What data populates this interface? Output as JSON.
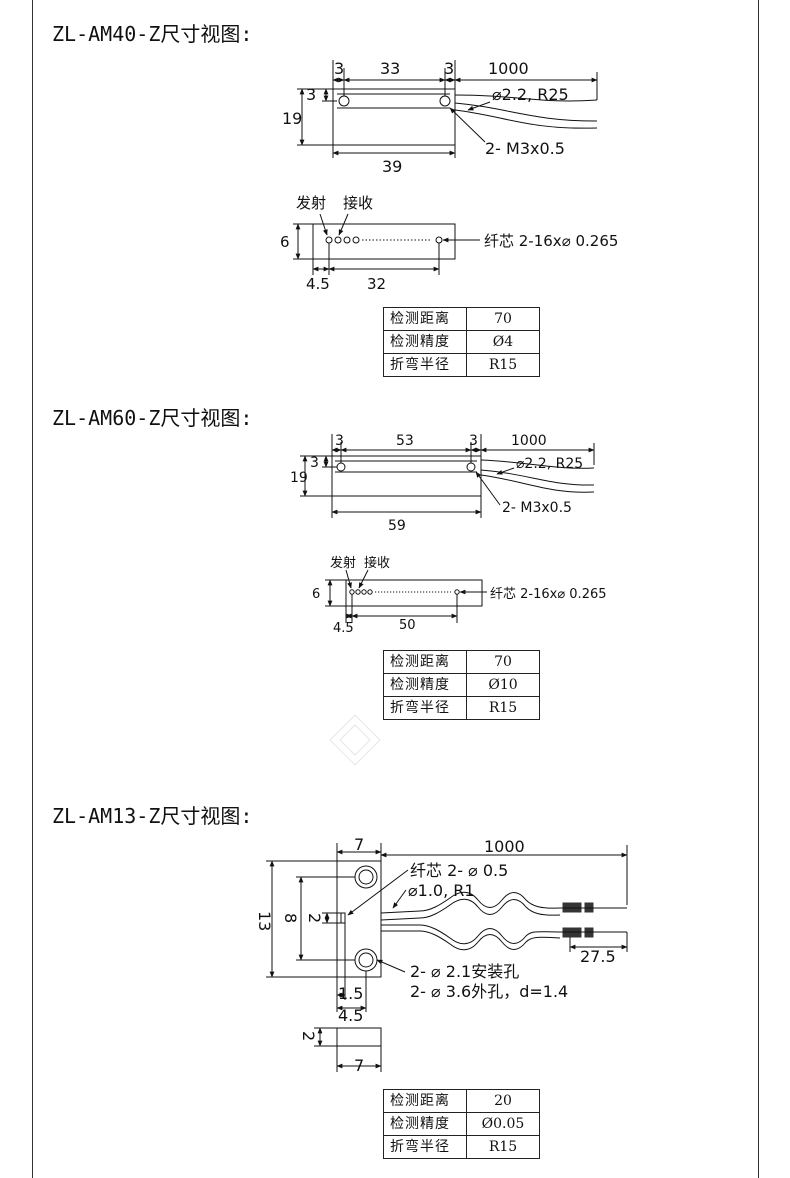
{
  "sections": [
    {
      "title": "ZL-AM40-Z尺寸视图:",
      "top": {
        "d1": "3",
        "d2": "33",
        "d3": "3",
        "cable": "1000",
        "side": "3",
        "height": "19",
        "width": "39",
        "cable_spec": "⌀2.2, R25",
        "screw": "2- M3x0.5"
      },
      "bottom": {
        "emit": "发射",
        "recv": "接收",
        "h": "6",
        "offset": "4.5",
        "span": "32",
        "core": "纤芯 2-16x⌀ 0.265"
      },
      "spec": [
        {
          "label": "检测距离",
          "value": "70"
        },
        {
          "label": "检测精度",
          "value": "Ø4"
        },
        {
          "label": "折弯半径",
          "value": "R15"
        }
      ]
    },
    {
      "title": "ZL-AM60-Z尺寸视图:",
      "top": {
        "d1": "3",
        "d2": "53",
        "d3": "3",
        "cable": "1000",
        "side": "3",
        "height": "19",
        "width": "59",
        "cable_spec": "⌀2.2, R25",
        "screw": "2- M3x0.5"
      },
      "bottom": {
        "emit": "发射",
        "recv": "接收",
        "h": "6",
        "offset": "4.5",
        "span": "50",
        "core": "纤芯 2-16x⌀ 0.265"
      },
      "spec": [
        {
          "label": "检测距离",
          "value": "70"
        },
        {
          "label": "检测精度",
          "value": "Ø10"
        },
        {
          "label": "折弯半径",
          "value": "R15"
        }
      ]
    },
    {
      "title": "ZL-AM13-Z尺寸视图:",
      "top": {
        "w": "7",
        "cable": "1000",
        "core": "纤芯 2- ⌀ 0.5",
        "cable_spec": "⌀1.0, R1",
        "outer": "13",
        "inner": "8",
        "gap": "2",
        "tail": "27.5",
        "hole1": "2- ⌀ 2.1安装孔",
        "hole2": "2- ⌀ 3.6外孔，d=1.4",
        "off1": "1.5",
        "off2": "4.5"
      },
      "bottom": {
        "h": "2",
        "w": "7"
      },
      "spec": [
        {
          "label": "检测距离",
          "value": "20"
        },
        {
          "label": "检测精度",
          "value": "Ø0.05"
        },
        {
          "label": "折弯半径",
          "value": "R15"
        }
      ]
    }
  ]
}
